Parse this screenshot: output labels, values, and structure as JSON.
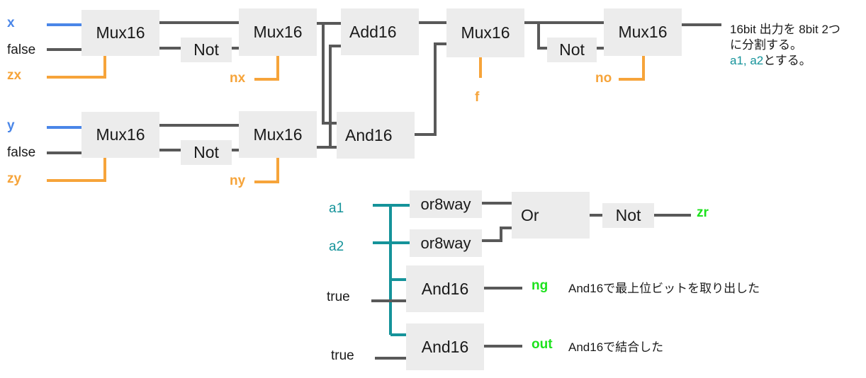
{
  "colors": {
    "wire": "#595959",
    "input_xy": "#4a86e8",
    "control": "#f6a43a",
    "split": "#15939a",
    "output": "#1de21d",
    "gate_fill": "#ececec"
  },
  "inputs": {
    "x": "x",
    "y": "y",
    "false1": "false",
    "false2": "false",
    "zx": "zx",
    "zy": "zy",
    "nx": "nx",
    "ny": "ny",
    "f": "f",
    "no": "no",
    "a1": "a1",
    "a2": "a2",
    "true1": "true",
    "true2": "true"
  },
  "gates": {
    "mux_x": "Mux16",
    "mux_y": "Mux16",
    "not_x": "Not",
    "not_y": "Not",
    "mux_nx": "Mux16",
    "mux_ny": "Mux16",
    "add": "Add16",
    "and_xy": "And16",
    "mux_f": "Mux16",
    "not_out": "Not",
    "mux_no": "Mux16",
    "or8way_1": "or8way",
    "or8way_2": "or8way",
    "or": "Or",
    "not_zr": "Not",
    "and_ng": "And16",
    "and_out": "And16"
  },
  "outputs": {
    "zr": "zr",
    "ng": "ng",
    "out": "out"
  },
  "notes": {
    "split_line1": "16bit 出力を 8bit 2つ",
    "split_line2": "に分割する。",
    "split_line3_colored": "a1, a2",
    "split_line3_rest": "とする。",
    "ng_note": "And16で最上位ビットを取り出した",
    "out_note": "And16で結合した"
  }
}
